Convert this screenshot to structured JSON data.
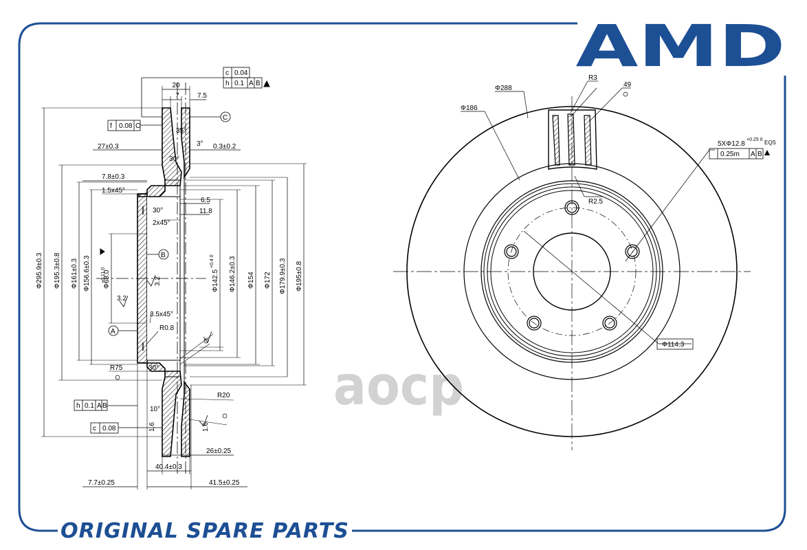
{
  "brand": {
    "logo_text": "AMD",
    "footer_text": "ORIGINAL SPARE PARTS",
    "watermark": "aocp",
    "color": "#1d4f94"
  },
  "section_view": {
    "runout_frame": {
      "symbol": "c",
      "tolerance": "0.04"
    },
    "parallel_frame": {
      "symbol": "h",
      "tolerance": "0.1",
      "datum_a": "A",
      "datum_b": "B"
    },
    "flatness_frame": {
      "symbol": "f",
      "tolerance": "0.08",
      "datum": "C"
    },
    "runout_bottom": {
      "symbol": "h",
      "tolerance": "0.1",
      "datum_a": "A",
      "datum_b": "B"
    },
    "flatness_bottom": {
      "symbol": "c",
      "tolerance": "0.08"
    },
    "datum_a": "A",
    "datum_b": "B",
    "datum_c": "C",
    "dims": {
      "w20": "20",
      "w7": "7",
      "w75": "7.5",
      "d27": "27±0.3",
      "d03": "0.3±0.2",
      "d78": "7.8±0.3",
      "c15": "1.5x45°",
      "c2": "2x45°",
      "c35": "3.5x45°",
      "d65": "6.5",
      "d118": "11.8",
      "ang30a": "30°",
      "ang30b": "30°",
      "ang30c": "30°",
      "ang30d": "30°",
      "ang3": "3°",
      "ang10": "10°",
      "ang35": "35°",
      "r08": "R0.8",
      "r75": "R75",
      "r20": "R20",
      "rough32a": "3.2",
      "rough32b": "3.2",
      "d16a": "1.6",
      "d16b": "1.6",
      "d26": "26±0.25",
      "d404": "40.4±0.3",
      "d77": "7.7±0.25",
      "d415": "41.5±0.25",
      "phi2959": "Φ295.9±0.3",
      "phi1953": "Φ195.3±0.8",
      "phi161": "Φ161±0.3",
      "phi1566": "Φ156.6±0.3",
      "phi68": "Φ68.0",
      "phi68_tol": "+0.11 0",
      "phi1425": "Φ142.5",
      "phi1425_tol": "+0.4 0",
      "phi1462": "Φ146.2±0.3",
      "phi154": "Φ154",
      "phi172": "Φ172",
      "phi1799": "Φ179.9±0.3",
      "phi195": "Φ195±0.8"
    }
  },
  "front_view": {
    "phi288": "Φ288",
    "phi186": "Φ186",
    "r3": "R3",
    "vent": "49",
    "r25": "R2.5",
    "pcd": "Φ114.3",
    "holes": "5XΦ12.8",
    "holes_tol": "+0.25 0",
    "eqs": "EQS",
    "position_frame": {
      "tolerance": "0.25m",
      "datum_a": "A",
      "datum_b": "B"
    }
  }
}
